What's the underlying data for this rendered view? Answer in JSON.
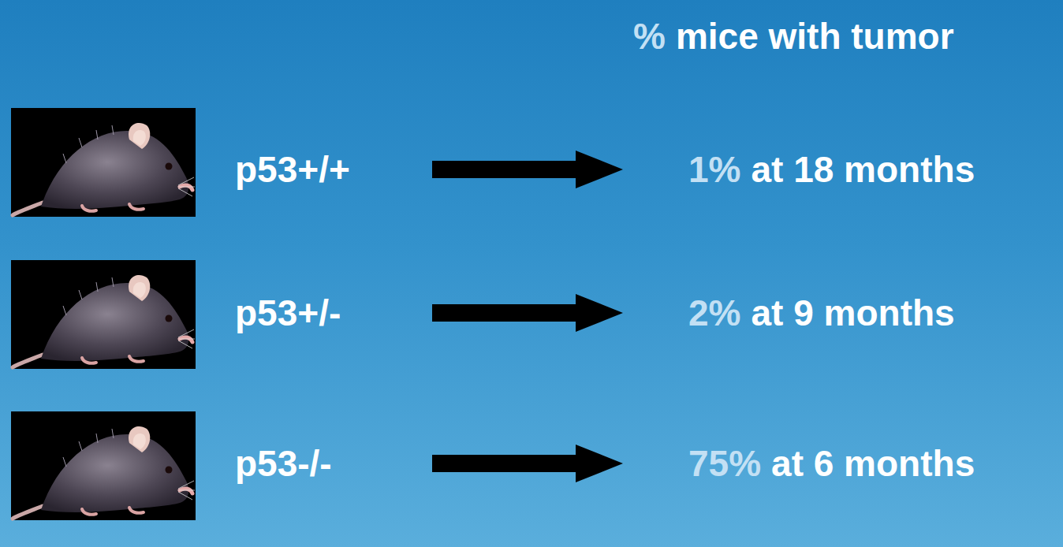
{
  "diagram": {
    "labels": [
      "%",
      "mice with tumor",
      "p53+/+",
      "1%",
      "at 18 months",
      "p53+/-",
      "2%",
      "at 9 months",
      "p53-/-",
      "75%",
      "at 6 months"
    ]
  }
}
